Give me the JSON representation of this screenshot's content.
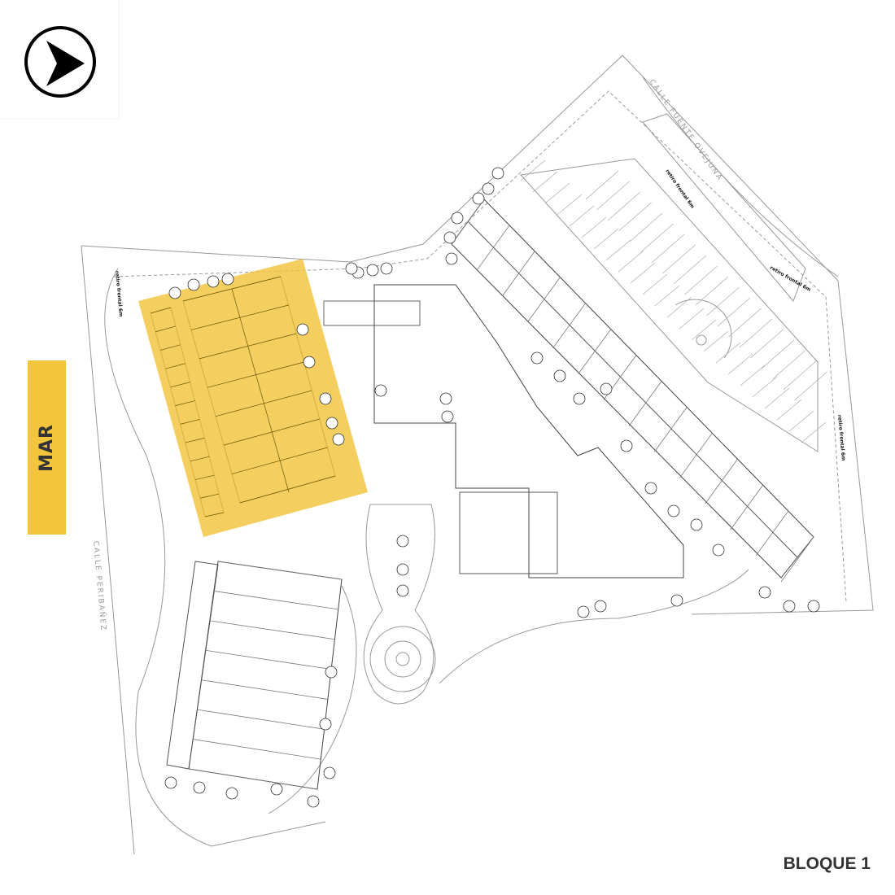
{
  "legend": {
    "sea_label": "MAR",
    "block_label": "BLOQUE 1"
  },
  "streets": {
    "north": "CALLE FUENTE OVEJUNA",
    "west": "CALLE PERIBAÑEZ"
  },
  "setback_label": "retiro frontal 6m",
  "compass": {
    "icon": "north-arrow-icon"
  },
  "colors": {
    "highlight": "#f2c53d",
    "lines": "#888888"
  }
}
